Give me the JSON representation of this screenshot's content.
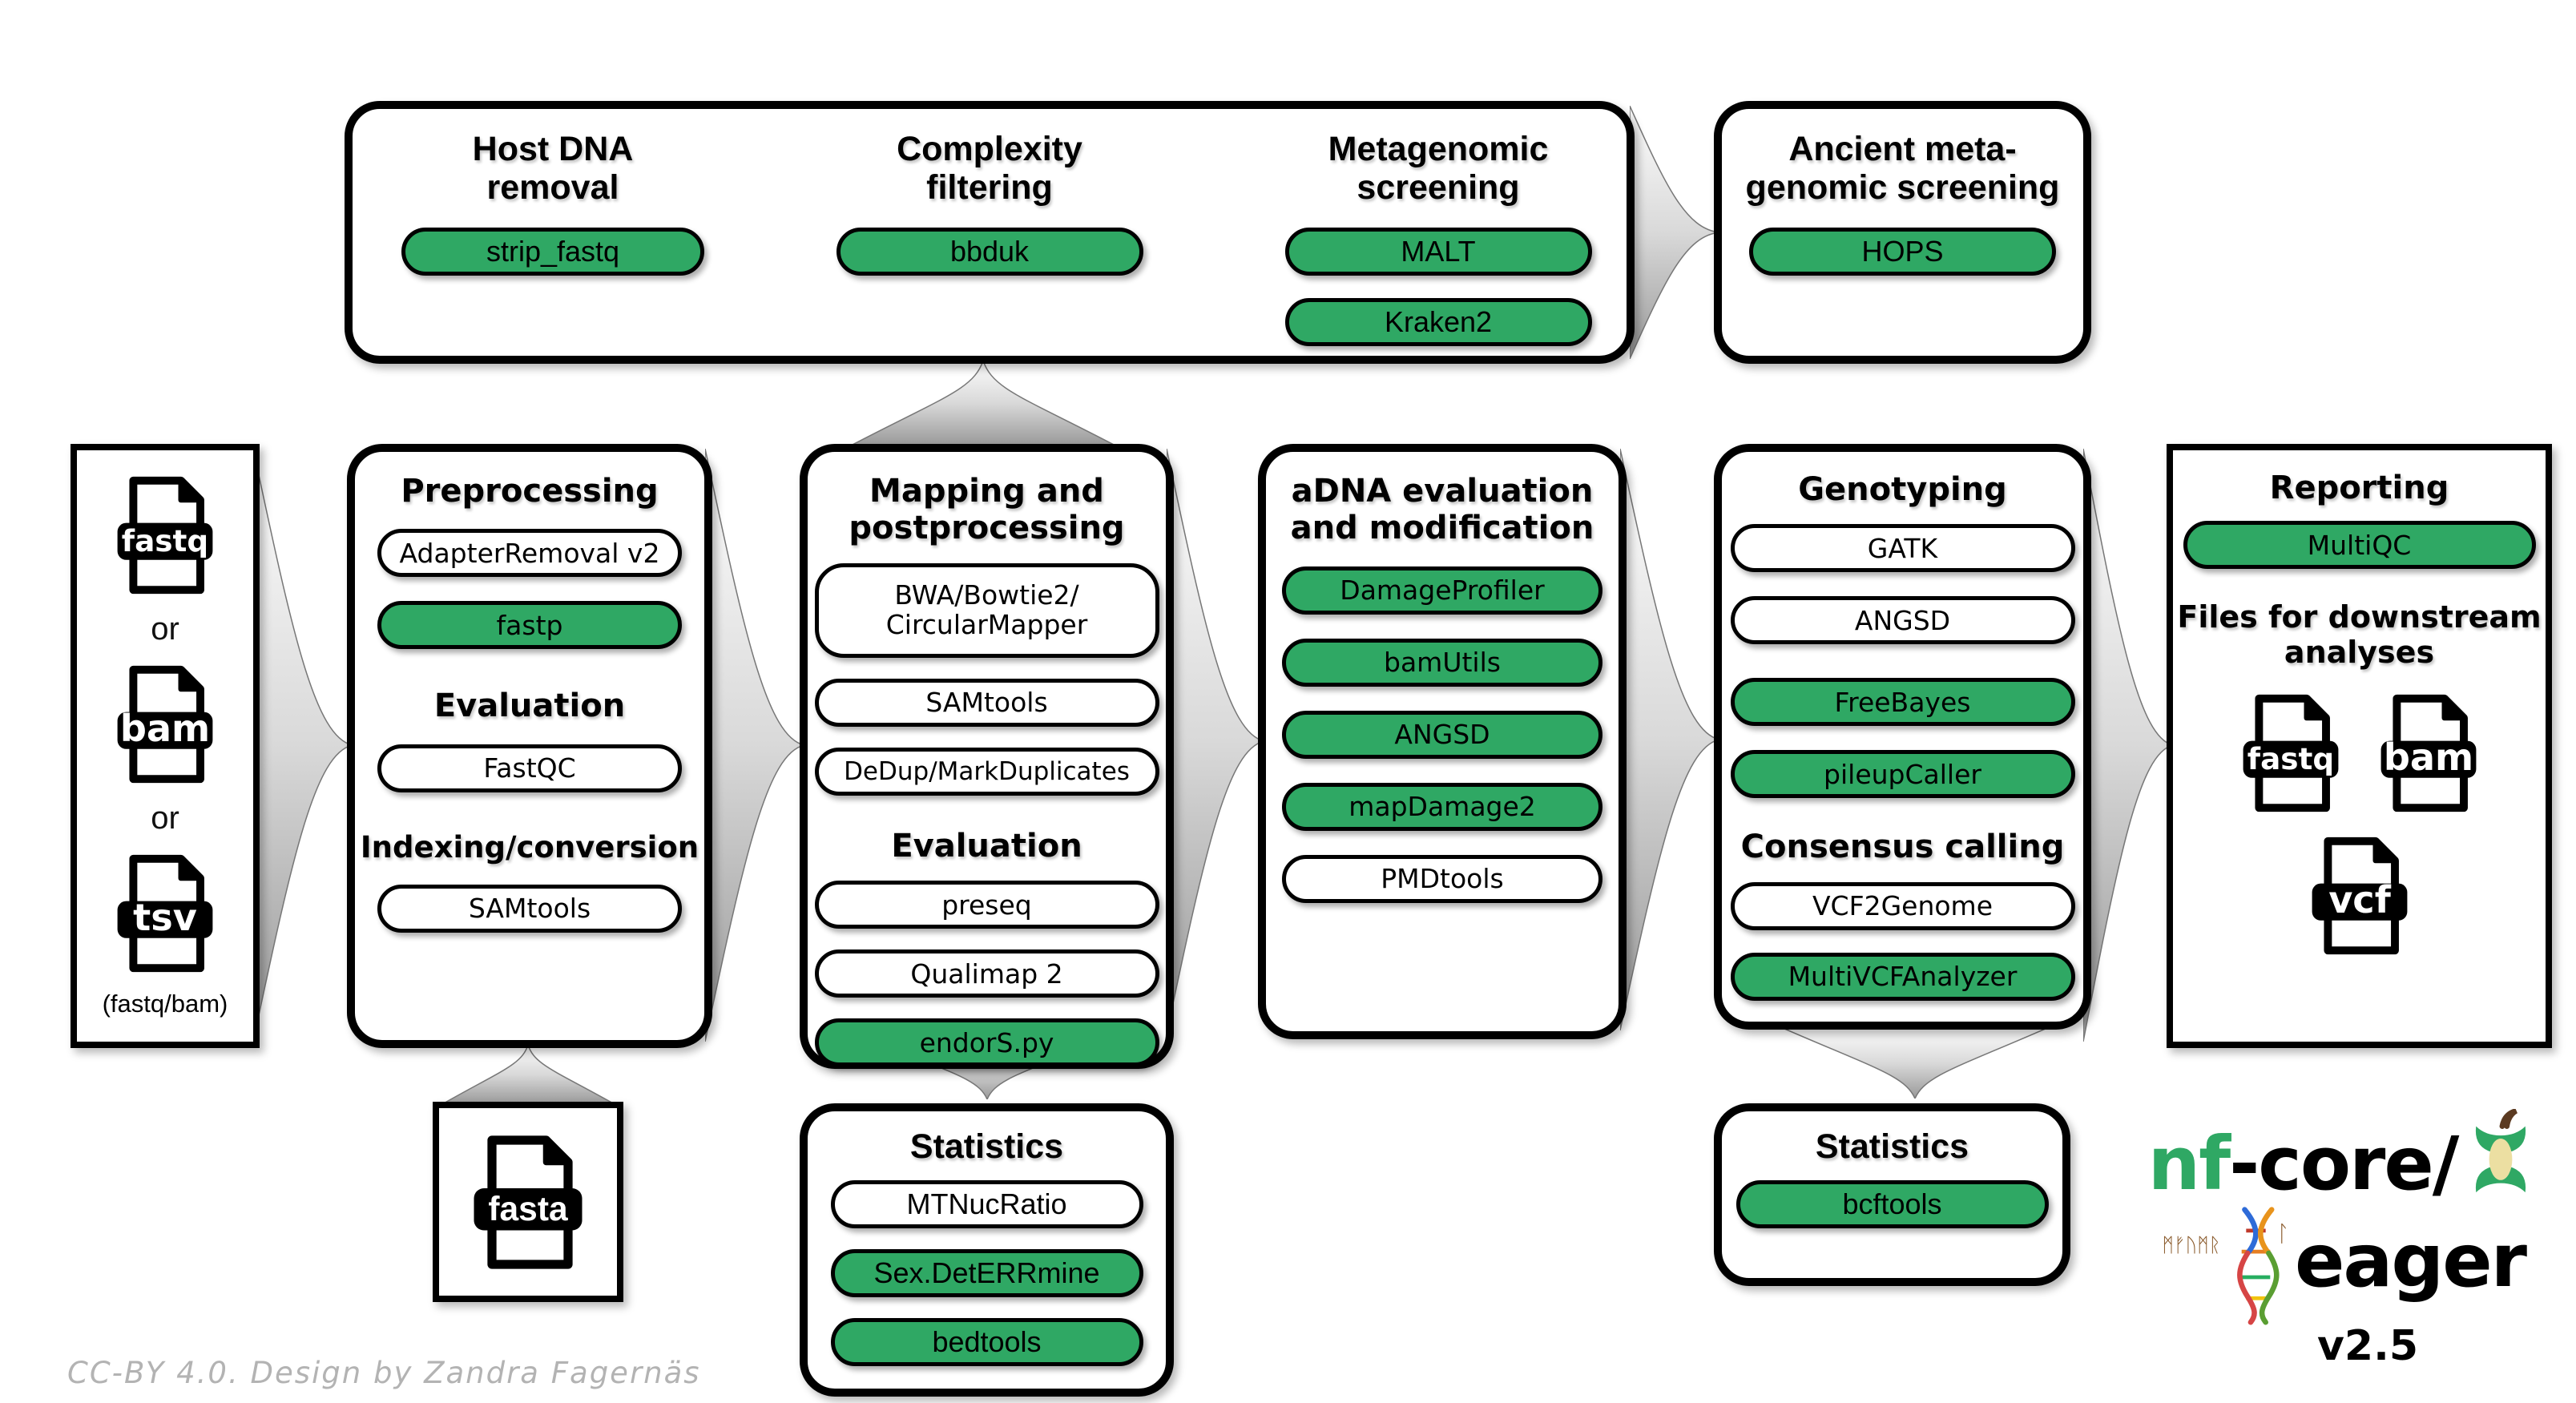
{
  "colors": {
    "green": "#2fa864",
    "arrow_gray": "#9a9a9a"
  },
  "credit": "CC-BY 4.0. Design by Zandra Fagernäs",
  "input_box": {
    "file1": "fastq",
    "or1": "or",
    "file2": "bam",
    "or2": "or",
    "file3": "tsv",
    "caption": "(fastq/bam)"
  },
  "screening": {
    "host": {
      "title": "Host DNA\nremoval",
      "tool": {
        "label": "strip_fastq",
        "variant": "green"
      }
    },
    "complexity": {
      "title": "Complexity\nfiltering",
      "tool": {
        "label": "bbduk",
        "variant": "green"
      }
    },
    "metagenomic": {
      "title": "Metagenomic\nscreening",
      "tools": [
        {
          "label": "MALT",
          "variant": "green"
        },
        {
          "label": "Kraken2",
          "variant": "green"
        }
      ]
    }
  },
  "ancient": {
    "title": "Ancient meta-\ngenomic screening",
    "tool": {
      "label": "HOPS",
      "variant": "green"
    }
  },
  "preprocessing": {
    "title": "Preprocessing",
    "items": [
      {
        "label": "AdapterRemoval v2",
        "variant": "white"
      },
      {
        "label": "fastp",
        "variant": "green"
      }
    ],
    "evaluation_title": "Evaluation",
    "evaluation": [
      {
        "label": "FastQC",
        "variant": "white"
      }
    ],
    "indexing_title": "Indexing/conversion",
    "indexing": [
      {
        "label": "SAMtools",
        "variant": "white"
      }
    ]
  },
  "mapping": {
    "title": "Mapping and\npostprocessing",
    "items": [
      {
        "label": "BWA/Bowtie2/\nCircularMapper",
        "variant": "white"
      },
      {
        "label": "SAMtools",
        "variant": "white"
      },
      {
        "label": "DeDup/MarkDuplicates",
        "variant": "white"
      }
    ],
    "evaluation_title": "Evaluation",
    "evaluation": [
      {
        "label": "preseq",
        "variant": "white"
      },
      {
        "label": "Qualimap 2",
        "variant": "white"
      },
      {
        "label": "endorS.py",
        "variant": "green"
      }
    ]
  },
  "adna": {
    "title": "aDNA evaluation\nand modification",
    "items": [
      {
        "label": "DamageProfiler",
        "variant": "green"
      },
      {
        "label": "bamUtils",
        "variant": "green"
      },
      {
        "label": "ANGSD",
        "variant": "green"
      },
      {
        "label": "mapDamage2",
        "variant": "green"
      },
      {
        "label": "PMDtools",
        "variant": "white"
      }
    ]
  },
  "genotyping": {
    "title": "Genotyping",
    "items": [
      {
        "label": "GATK",
        "variant": "white"
      },
      {
        "label": "ANGSD",
        "variant": "white"
      },
      {
        "label": "FreeBayes",
        "variant": "green"
      },
      {
        "label": "pileupCaller",
        "variant": "green"
      }
    ],
    "consensus_title": "Consensus calling",
    "consensus": [
      {
        "label": "VCF2Genome",
        "variant": "white"
      },
      {
        "label": "MultiVCFAnalyzer",
        "variant": "green"
      }
    ]
  },
  "reporting": {
    "title": "Reporting",
    "tool": {
      "label": "MultiQC",
      "variant": "green"
    },
    "downstream_title": "Files for downstream\nanalyses",
    "file1": "fastq",
    "file2": "bam",
    "file3": "vcf"
  },
  "fasta_box": {
    "file": "fasta"
  },
  "stats_mapping": {
    "title": "Statistics",
    "items": [
      {
        "label": "MTNucRatio",
        "variant": "white"
      },
      {
        "label": "Sex.DetERRmine",
        "variant": "green"
      },
      {
        "label": "bedtools",
        "variant": "green"
      }
    ]
  },
  "stats_genotyping": {
    "title": "Statistics",
    "items": [
      {
        "label": "bcftools",
        "variant": "green"
      }
    ]
  },
  "logo": {
    "nf": "nf",
    "core": "-core/",
    "eager": "eager",
    "version": "v2.5",
    "runes": "ᛗᚠᚢᛗᚱ",
    "rune_l": "ᛚ"
  },
  "icon_font": {
    "three": "42",
    "five": "34"
  }
}
